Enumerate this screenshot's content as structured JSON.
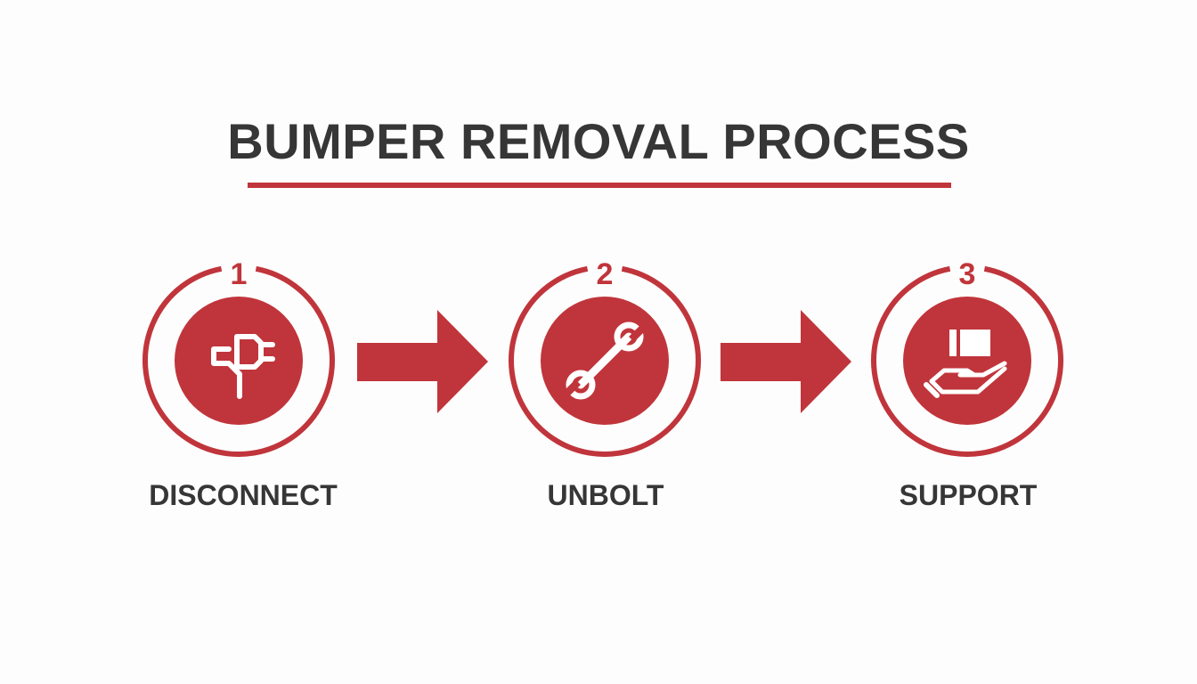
{
  "title": "BUMPER REMOVAL PROCESS",
  "accent_color": "#c0353b",
  "text_color": "#363636",
  "steps": [
    {
      "number": "1",
      "label": "DISCONNECT",
      "icon": "plug-icon"
    },
    {
      "number": "2",
      "label": "UNBOLT",
      "icon": "wrench-icon"
    },
    {
      "number": "3",
      "label": "SUPPORT",
      "icon": "hand-holding-box-icon"
    }
  ]
}
